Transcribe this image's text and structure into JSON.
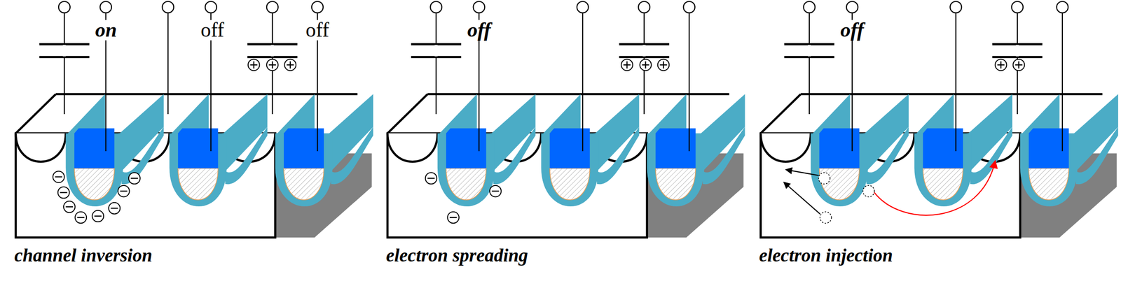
{
  "diagram": {
    "labels": [
      "on",
      "off",
      "off",
      "channel inversion",
      "off",
      "electron spreading",
      "off",
      "electron injection"
    ]
  }
}
